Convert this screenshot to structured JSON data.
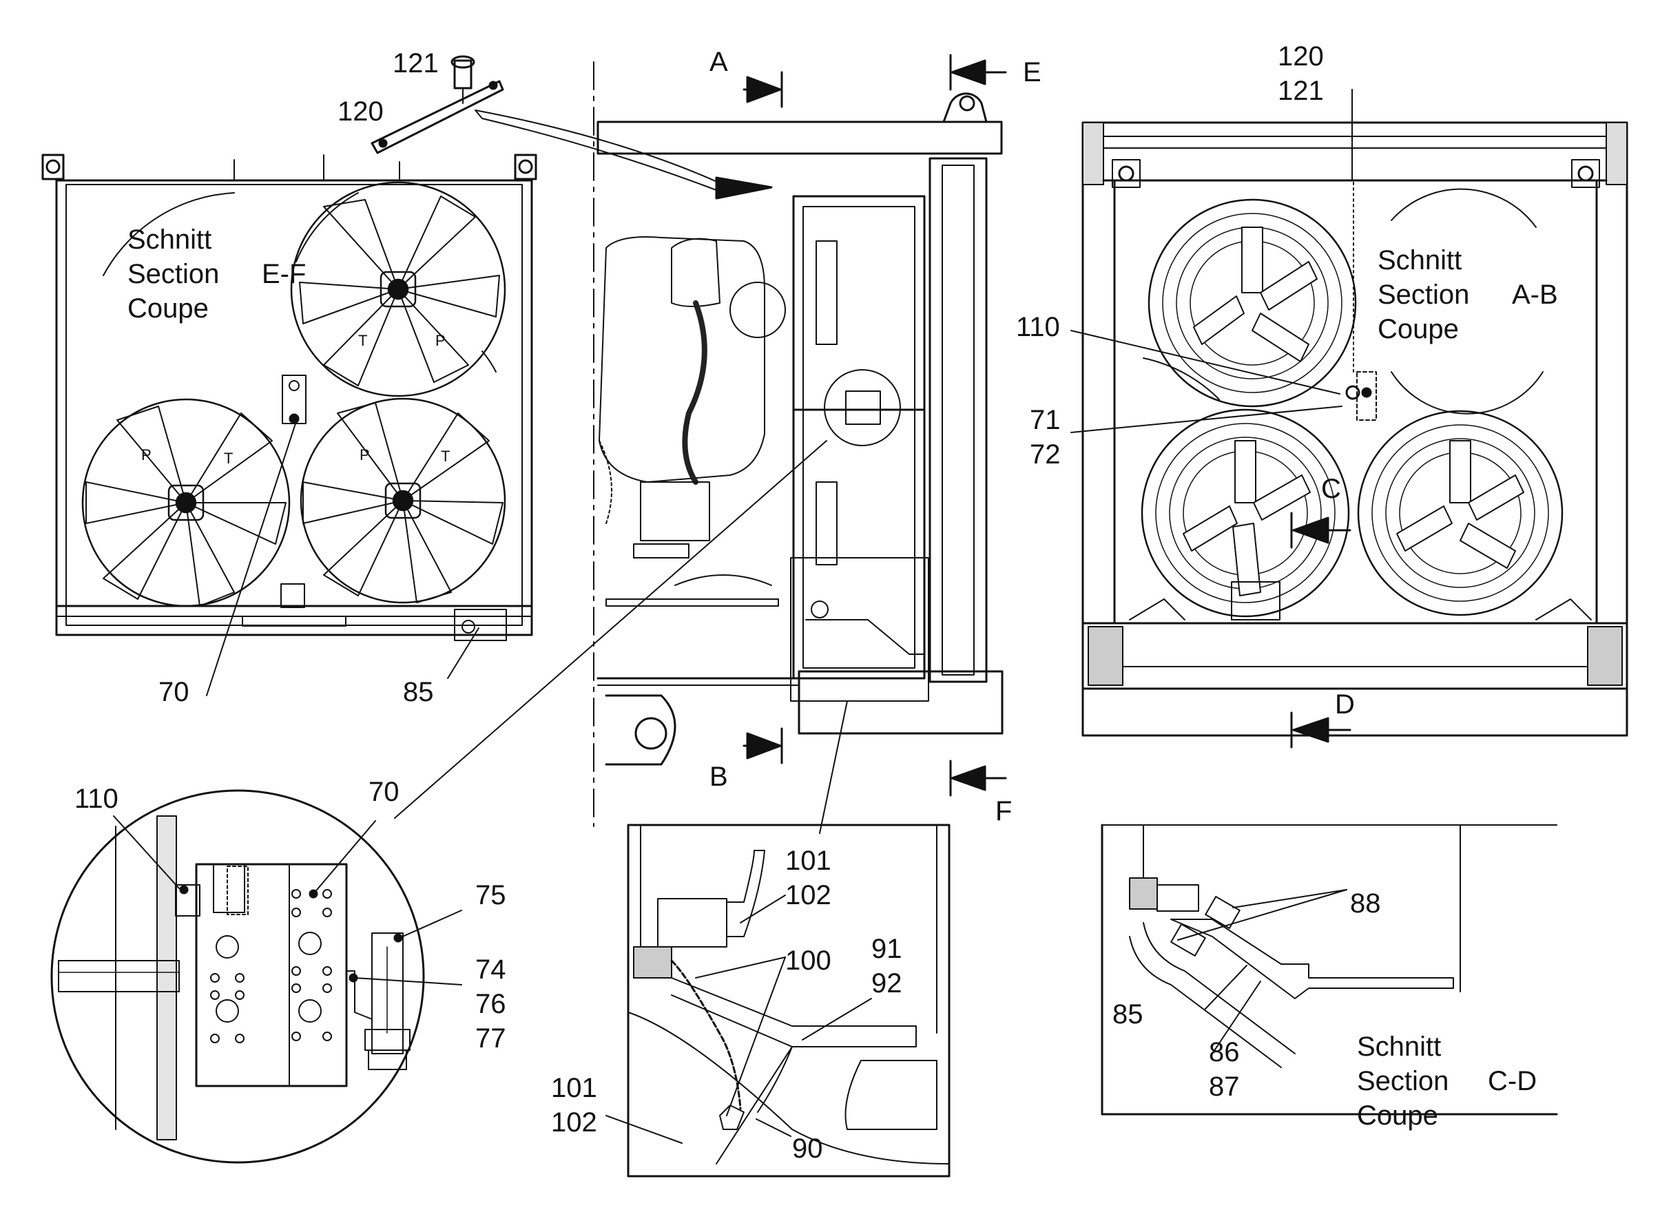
{
  "views": {
    "section_ef": {
      "lines": [
        "Schnitt",
        "Section",
        "Coupe"
      ],
      "cut": "E-F",
      "fan_marks": [
        "P",
        "T"
      ]
    },
    "section_ab": {
      "lines": [
        "Schnitt",
        "Section",
        "Coupe"
      ],
      "cut": "A-B"
    },
    "section_cd": {
      "lines": [
        "Schnitt",
        "Section",
        "Coupe"
      ],
      "cut": "C-D"
    }
  },
  "cut_markers": {
    "a": "A",
    "b": "B",
    "c": "C",
    "d": "D",
    "e": "E",
    "f": "F"
  },
  "callouts": {
    "p121_top": "121",
    "p120_top": "120",
    "p70_ef": "70",
    "p85_ef": "85",
    "p120_ab": "120",
    "p121_ab": "121",
    "p110_ab": "110",
    "p71_ab": "71",
    "p72_ab": "72",
    "p110_det": "110",
    "p70_det": "70",
    "p75_det": "75",
    "p74_det": "74",
    "p76_det": "76",
    "p77_det": "77",
    "p101_a": "101",
    "p102_a": "102",
    "p100": "100",
    "p91": "91",
    "p92": "92",
    "p101_b": "101",
    "p102_b": "102",
    "p90": "90",
    "p88": "88",
    "p85_cd": "85",
    "p86": "86",
    "p87": "87"
  }
}
